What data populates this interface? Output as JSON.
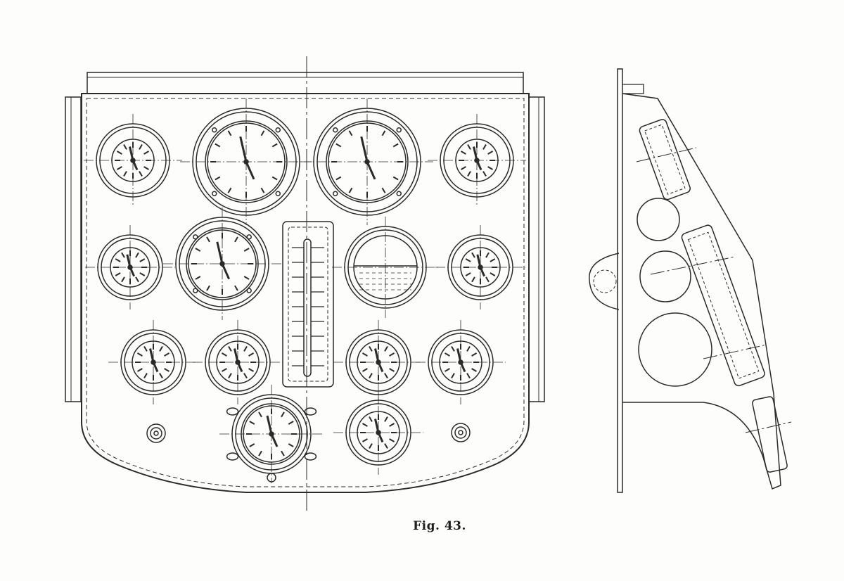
{
  "figure": {
    "caption": "Fig. 43.",
    "ink_color": "#2a2a2a",
    "paper_color": "#fdfdfb"
  },
  "front_view": {
    "instruments": [
      {
        "name": "gauge-top-left",
        "icon": "dial-gauge-icon"
      },
      {
        "name": "clock-large-top-center-left",
        "icon": "clock-icon"
      },
      {
        "name": "clock-large-top-center-right",
        "icon": "clock-icon"
      },
      {
        "name": "gauge-top-right",
        "icon": "dial-gauge-icon"
      },
      {
        "name": "gauge-middle-left",
        "icon": "dial-gauge-icon"
      },
      {
        "name": "gauge-middle-large",
        "icon": "dial-gauge-icon"
      },
      {
        "name": "level-indicator",
        "icon": "level-indicator-icon"
      },
      {
        "name": "gauge-middle-right",
        "icon": "dial-gauge-icon"
      },
      {
        "name": "gauge-lower-1",
        "icon": "dial-gauge-icon"
      },
      {
        "name": "gauge-lower-2",
        "icon": "dial-gauge-icon"
      },
      {
        "name": "gauge-lower-3",
        "icon": "dial-gauge-icon"
      },
      {
        "name": "gauge-lower-4",
        "icon": "dial-gauge-icon"
      },
      {
        "name": "compass-bottom",
        "icon": "compass-icon"
      },
      {
        "name": "gauge-bottom",
        "icon": "dial-gauge-icon"
      }
    ]
  },
  "side_view": {
    "parts": [
      "panel-bracket",
      "mounting-holes",
      "tilted-instrument-housings"
    ]
  }
}
